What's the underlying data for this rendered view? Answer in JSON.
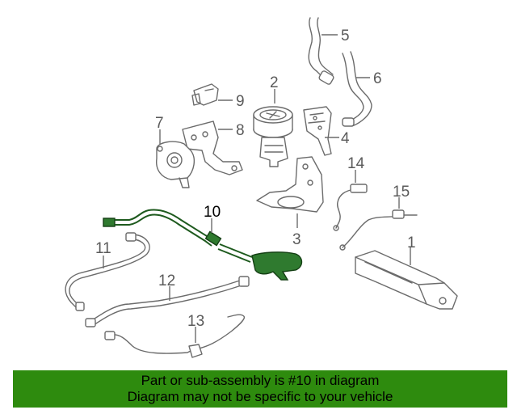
{
  "callouts": {
    "c1": "1",
    "c2": "2",
    "c3": "3",
    "c4": "4",
    "c5": "5",
    "c6": "6",
    "c7": "7",
    "c8": "8",
    "c9": "9",
    "c10": "10",
    "c11": "11",
    "c12": "12",
    "c13": "13",
    "c14": "14",
    "c15": "15"
  },
  "highlight_color": "#2e8b0e",
  "highlighted_part": "10",
  "banner": {
    "line1": "Part or sub-assembly is #10 in diagram",
    "line2": "Diagram may not be specific to your vehicle"
  }
}
